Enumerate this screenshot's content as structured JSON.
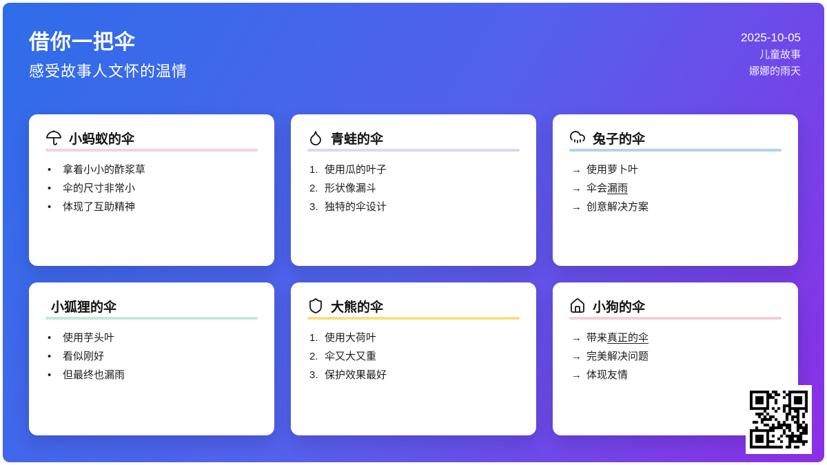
{
  "theme": {
    "gradient_start": "#2e6de9",
    "gradient_mid": "#5461ec",
    "gradient_end": "#8c2ee6",
    "card_bg": "#ffffff",
    "text_on_bg": "#ffffff",
    "text_on_card": "#101010"
  },
  "header": {
    "title": "借你一把伞",
    "subtitle": "感受故事人文怀的温情",
    "date": "2025-10-05",
    "tags": [
      "儿童故事",
      "娜娜的雨天"
    ]
  },
  "cards": [
    {
      "icon": "umbrella",
      "title": "小蚂蚁的伞",
      "accent": "#f9cfdd",
      "items": [
        {
          "marker": "•",
          "text": "拿着小小的酢浆草",
          "underlined": ""
        },
        {
          "marker": "•",
          "text": "伞的尺寸非常小",
          "underlined": ""
        },
        {
          "marker": "•",
          "text": "体现了互助精神",
          "underlined": ""
        }
      ]
    },
    {
      "icon": "droplet",
      "title": "青蛙的伞",
      "accent": "#ddd6f8",
      "items": [
        {
          "marker": "1.",
          "text": "使用瓜的叶子",
          "underlined": ""
        },
        {
          "marker": "2.",
          "text": "形状像漏斗",
          "underlined": ""
        },
        {
          "marker": "3.",
          "text": "独特的伞设计",
          "underlined": ""
        }
      ]
    },
    {
      "icon": "cloud-drizzle",
      "title": "兔子的伞",
      "accent": "#aed3f1",
      "items": [
        {
          "marker": "→",
          "text": "使用萝卜叶",
          "underlined": ""
        },
        {
          "marker": "→",
          "text": "伞会",
          "underlined": "漏雨"
        },
        {
          "marker": "→",
          "text": "创意解决方案",
          "underlined": ""
        }
      ]
    },
    {
      "icon": "",
      "title": "小狐狸的伞",
      "accent": "#c3e9d4",
      "items": [
        {
          "marker": "•",
          "text": "使用芋头叶",
          "underlined": ""
        },
        {
          "marker": "•",
          "text": "看似刚好",
          "underlined": ""
        },
        {
          "marker": "•",
          "text": "但最终也漏雨",
          "underlined": ""
        }
      ]
    },
    {
      "icon": "shield",
      "title": "大熊的伞",
      "accent": "#f5e07c",
      "items": [
        {
          "marker": "1.",
          "text": "使用大荷叶",
          "underlined": ""
        },
        {
          "marker": "2.",
          "text": "伞又大又重",
          "underlined": ""
        },
        {
          "marker": "3.",
          "text": "保护效果最好",
          "underlined": ""
        }
      ]
    },
    {
      "icon": "home",
      "title": "小狗的伞",
      "accent": "#f8cdd4",
      "items": [
        {
          "marker": "→",
          "text": "带来",
          "underlined": "真正的伞"
        },
        {
          "marker": "→",
          "text": "完美解决问题",
          "underlined": ""
        },
        {
          "marker": "→",
          "text": "体现友情",
          "underlined": ""
        }
      ]
    }
  ]
}
